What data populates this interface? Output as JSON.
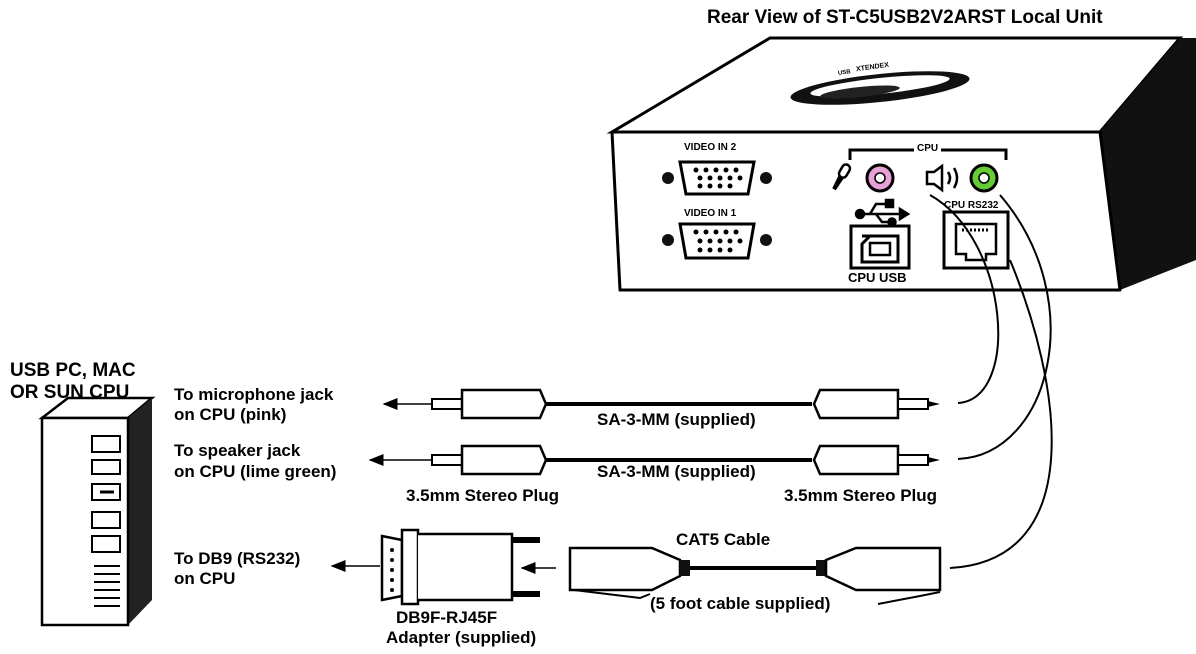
{
  "title": "Rear View of ST-C5USB2V2ARST Local Unit",
  "unit_panel": {
    "brand": "XTENDEX",
    "brand_sub": "USB",
    "video_in_2": "VIDEO IN 2",
    "video_in_1": "VIDEO IN 1",
    "cpu_group": "CPU",
    "cpu_usb": "CPU USB",
    "cpu_rs232": "CPU RS232"
  },
  "computer": {
    "label_line1": "USB PC, MAC",
    "label_line2": "OR SUN CPU"
  },
  "cables": {
    "mic_dest_line1": "To microphone jack",
    "mic_dest_line2": "on CPU (pink)",
    "spk_dest_line1": "To speaker jack",
    "spk_dest_line2": "on CPU (lime green)",
    "audio_cable_1": "SA-3-MM (supplied)",
    "audio_cable_2": "SA-3-MM (supplied)",
    "plug_left": "3.5mm Stereo Plug",
    "plug_right": "3.5mm Stereo Plug",
    "db9_dest_line1": "To DB9 (RS232)",
    "db9_dest_line2": "on CPU",
    "adapter_line1": "DB9F-RJ45F",
    "adapter_line2": "Adapter (supplied)",
    "cat5_name": "CAT5 Cable",
    "cat5_note": "(5 foot cable supplied)"
  },
  "colors": {
    "mic_jack": "#e8a0d8",
    "speaker_jack": "#66cc33",
    "ink": "#000000",
    "panel": "#ffffff"
  }
}
